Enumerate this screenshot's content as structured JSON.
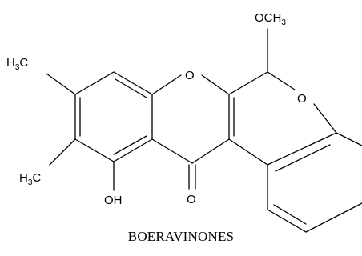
{
  "caption": "BOERAVINONES",
  "labels": {
    "methyl_top_main": "H",
    "methyl_top_sub": "3",
    "methyl_top_tail": "C",
    "methyl_bottom_main": "H",
    "methyl_bottom_sub": "3",
    "methyl_bottom_tail": "C",
    "hydroxyl": "OH",
    "carbonyl_oxygen": "O",
    "ring_oxygen_1": "O",
    "ring_oxygen_2": "O",
    "methoxy_main": "OCH",
    "methoxy_sub": "3"
  }
}
